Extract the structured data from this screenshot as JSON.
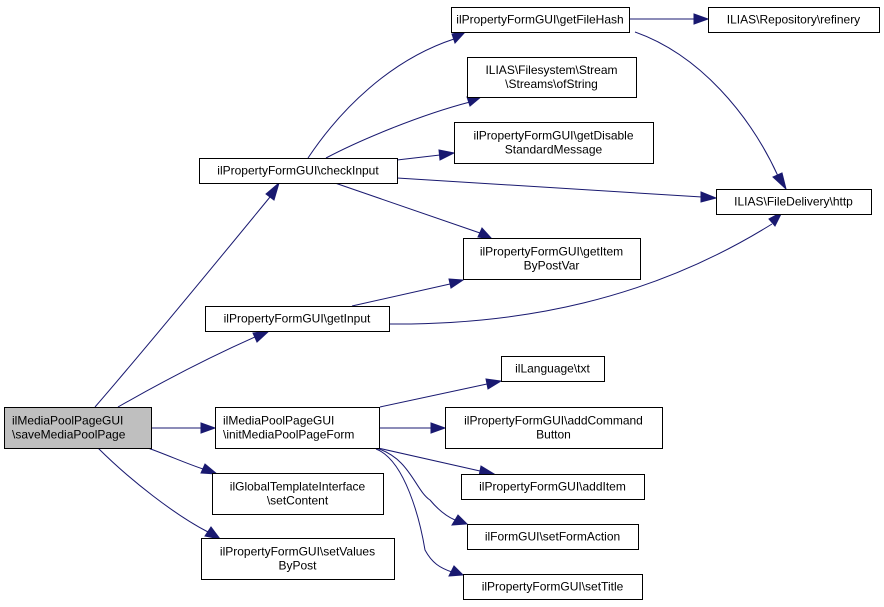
{
  "diagram": {
    "type": "call-graph",
    "colors": {
      "edge": "#191970",
      "root_fill": "#bfbfbf",
      "node_fill": "#ffffff",
      "border": "#000000"
    },
    "nodes": [
      {
        "id": "root",
        "lines": [
          "ilMediaPoolPageGUI",
          "\\saveMediaPoolPage"
        ],
        "root": true
      },
      {
        "id": "checkInput",
        "lines": [
          "ilPropertyFormGUI\\checkInput"
        ]
      },
      {
        "id": "getInput",
        "lines": [
          "ilPropertyFormGUI\\getInput"
        ]
      },
      {
        "id": "initForm",
        "lines": [
          "ilMediaPoolPageGUI",
          "\\initMediaPoolPageForm"
        ],
        "align": "left"
      },
      {
        "id": "setContent",
        "lines": [
          "ilGlobalTemplateInterface",
          "\\setContent"
        ]
      },
      {
        "id": "setValuesByPost",
        "lines": [
          "ilPropertyFormGUI\\setValues",
          "ByPost"
        ]
      },
      {
        "id": "getFileHash",
        "lines": [
          "ilPropertyFormGUI\\getFileHash"
        ]
      },
      {
        "id": "ofString",
        "lines": [
          "ILIAS\\Filesystem\\Stream",
          "\\Streams\\ofString"
        ]
      },
      {
        "id": "getDisable",
        "lines": [
          "ilPropertyFormGUI\\getDisable",
          "StandardMessage"
        ]
      },
      {
        "id": "getItemByPostVar",
        "lines": [
          "ilPropertyFormGUI\\getItem",
          "ByPostVar"
        ]
      },
      {
        "id": "refinery",
        "lines": [
          "ILIAS\\Repository\\refinery"
        ]
      },
      {
        "id": "http",
        "lines": [
          "ILIAS\\FileDelivery\\http"
        ]
      },
      {
        "id": "txt",
        "lines": [
          "ilLanguage\\txt"
        ]
      },
      {
        "id": "addCommandButton",
        "lines": [
          "ilPropertyFormGUI\\addCommand",
          "Button"
        ]
      },
      {
        "id": "addItem",
        "lines": [
          "ilPropertyFormGUI\\addItem"
        ]
      },
      {
        "id": "setFormAction",
        "lines": [
          "ilFormGUI\\setFormAction"
        ]
      },
      {
        "id": "setTitle",
        "lines": [
          "ilPropertyFormGUI\\setTitle"
        ]
      }
    ],
    "edges": [
      {
        "from": "root",
        "to": "checkInput"
      },
      {
        "from": "root",
        "to": "getInput"
      },
      {
        "from": "root",
        "to": "initForm"
      },
      {
        "from": "root",
        "to": "setContent"
      },
      {
        "from": "root",
        "to": "setValuesByPost"
      },
      {
        "from": "checkInput",
        "to": "getFileHash"
      },
      {
        "from": "checkInput",
        "to": "ofString"
      },
      {
        "from": "checkInput",
        "to": "getDisable"
      },
      {
        "from": "checkInput",
        "to": "http"
      },
      {
        "from": "checkInput",
        "to": "getItemByPostVar"
      },
      {
        "from": "getInput",
        "to": "getItemByPostVar"
      },
      {
        "from": "getInput",
        "to": "http"
      },
      {
        "from": "getFileHash",
        "to": "refinery"
      },
      {
        "from": "getFileHash",
        "to": "http"
      },
      {
        "from": "initForm",
        "to": "txt"
      },
      {
        "from": "initForm",
        "to": "addCommandButton"
      },
      {
        "from": "initForm",
        "to": "addItem"
      },
      {
        "from": "initForm",
        "to": "setFormAction"
      },
      {
        "from": "initForm",
        "to": "setTitle"
      }
    ]
  }
}
